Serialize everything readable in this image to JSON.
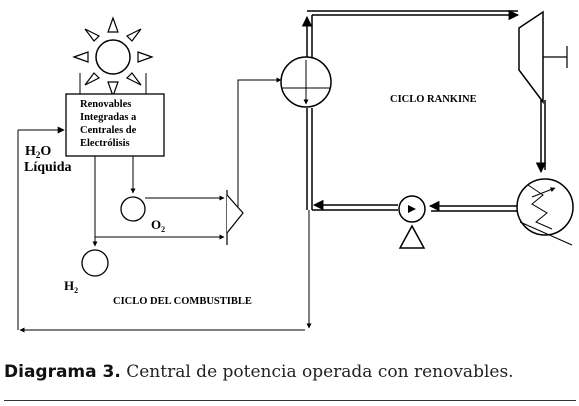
{
  "diagram": {
    "box_lines": [
      "Renovables",
      "Integradas a",
      "Centrales de",
      "Electrólisis"
    ],
    "water_label_main": "H",
    "water_label_sub": "2",
    "water_label_end": "O",
    "water_label_line2": "Líquida",
    "oxygen_main": "O",
    "oxygen_sub": "2",
    "hydrogen_main": "H",
    "hydrogen_sub": "2",
    "rankine_label": "CICLO RANKINE",
    "fuel_cycle_label": "CICLO DEL COMBUSTIBLE",
    "icons": [
      "sun-icon",
      "turbine-icon",
      "condenser-icon",
      "pump-icon",
      "heat-exchanger-icon",
      "storage-tank-icon",
      "nozzle-icon"
    ]
  },
  "caption": {
    "label": "Diagrama 3.",
    "text": " Central de potencia operada con renovables."
  }
}
